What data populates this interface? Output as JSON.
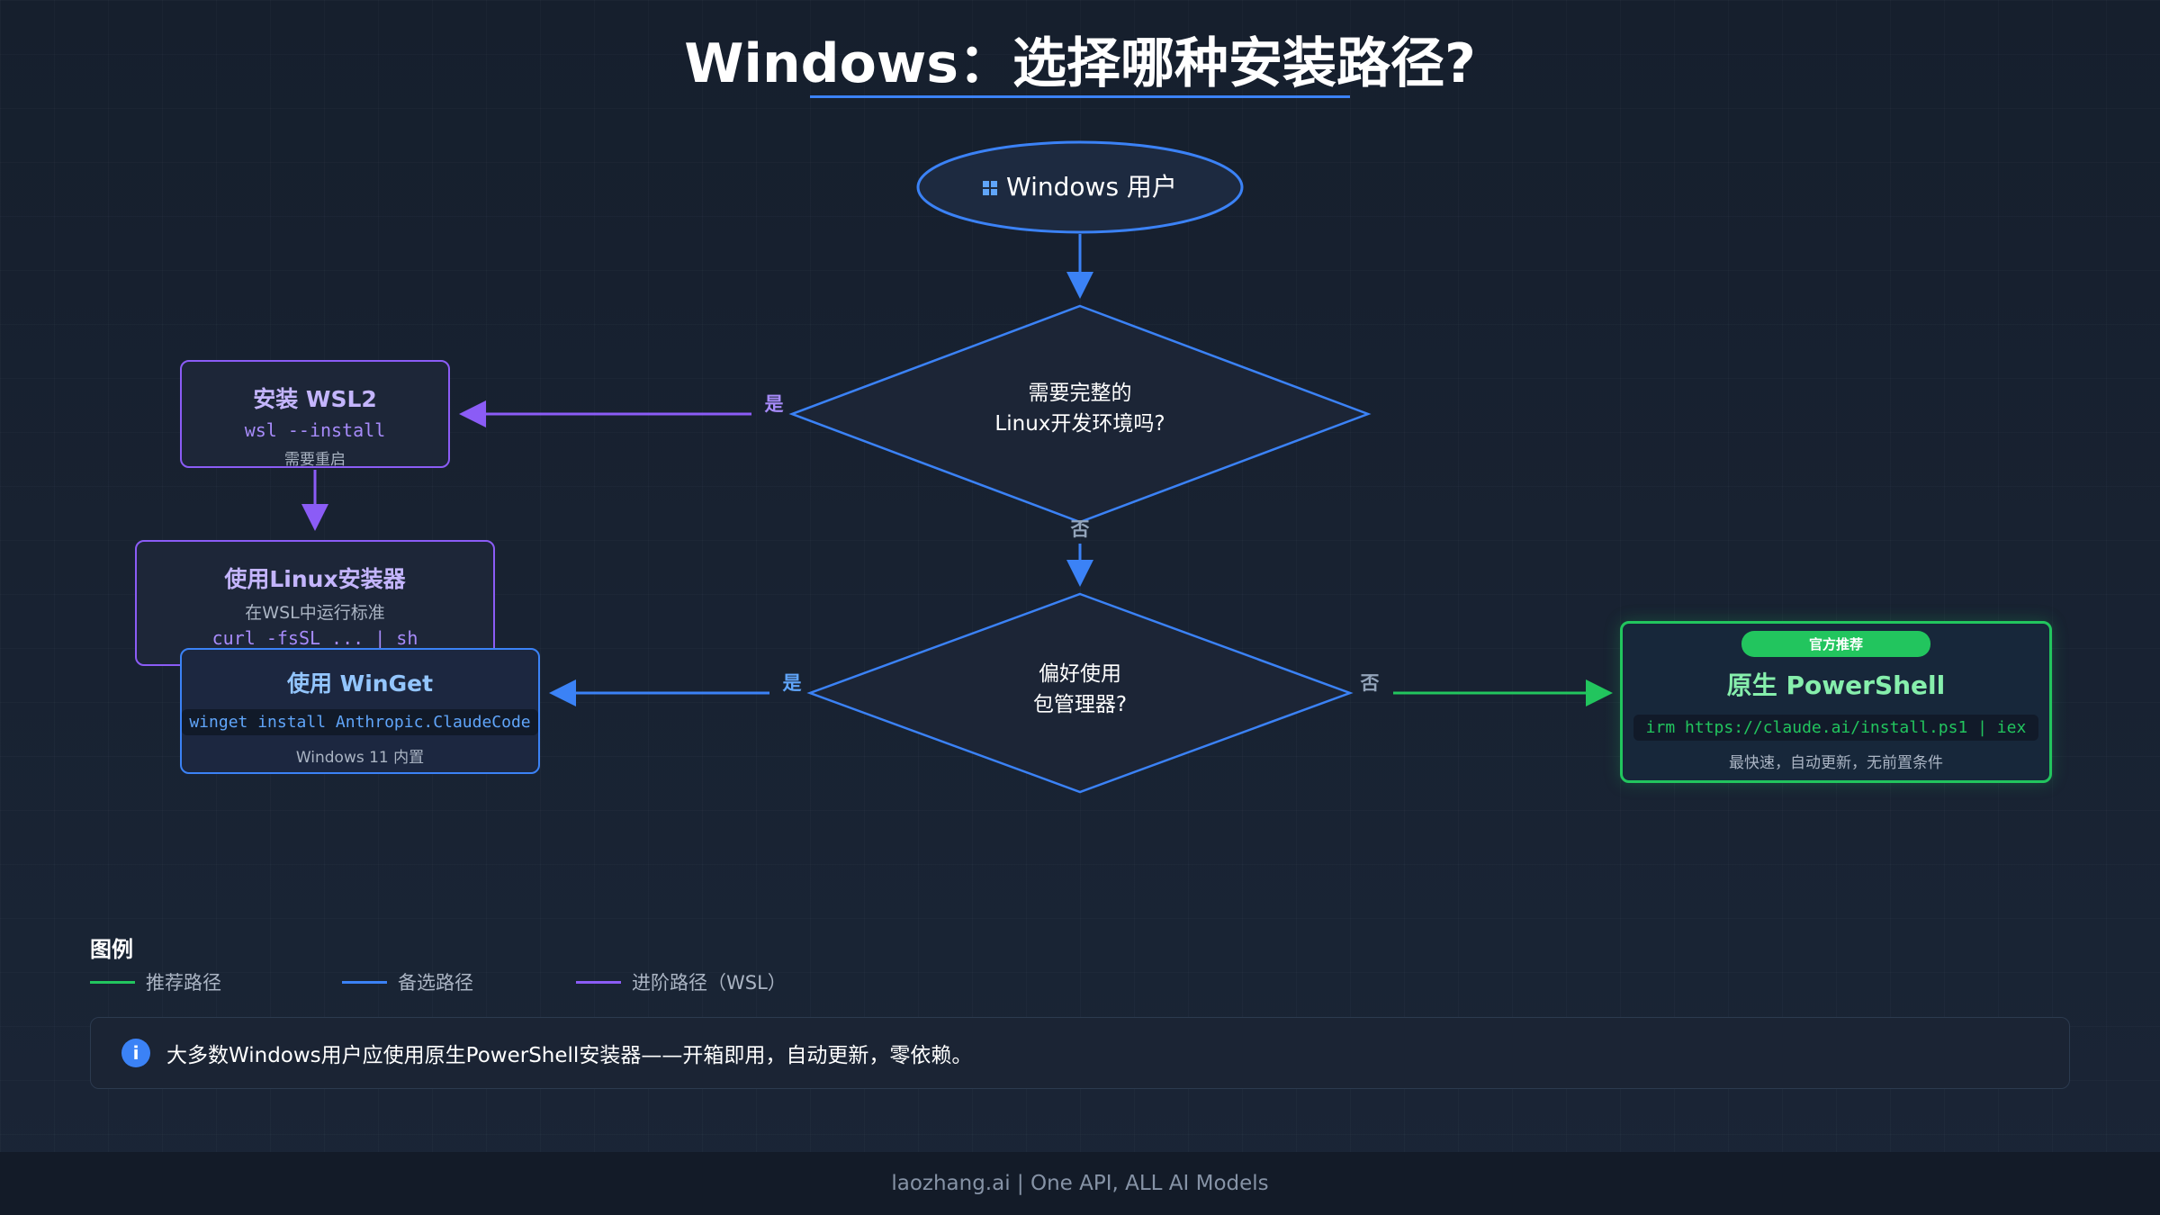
{
  "title": "Windows：选择哪种安装路径?",
  "start_node": {
    "label": "Windows 用户"
  },
  "decision_linux": {
    "line1": "需要完整的",
    "line2": "Linux开发环境吗?"
  },
  "decision_pkg": {
    "line1": "偏好使用",
    "line2": "包管理器?"
  },
  "edge_labels": {
    "yes": "是",
    "no": "否"
  },
  "box_wsl": {
    "title": "安装 WSL2",
    "code": "wsl --install",
    "note": "需要重启"
  },
  "box_linux": {
    "title": "使用Linux安装器",
    "note": "在WSL中运行标准",
    "code": "curl -fsSL ... | sh"
  },
  "box_winget": {
    "title": "使用 WinGet",
    "code": "winget install Anthropic.ClaudeCode",
    "note": "Windows 11 内置"
  },
  "box_powershell": {
    "badge": "官方推荐",
    "title": "原生 PowerShell",
    "code": "irm https://claude.ai/install.ps1 | iex",
    "note": "最快速，自动更新，无前置条件"
  },
  "legend": {
    "title": "图例",
    "items": [
      {
        "label": "推荐路径",
        "color": "#22c55e"
      },
      {
        "label": "备选路径",
        "color": "#3b82f6"
      },
      {
        "label": "进阶路径（WSL）",
        "color": "#8b5cf6"
      }
    ]
  },
  "note": {
    "icon": "info-icon",
    "text": "大多数Windows用户应使用原生PowerShell安装器——开箱即用，自动更新，零依赖。"
  },
  "footer": {
    "text": "laozhang.ai | One API, ALL AI Models"
  },
  "colors": {
    "green": "#22c55e",
    "blue": "#3b82f6",
    "purple": "#8b5cf6"
  }
}
